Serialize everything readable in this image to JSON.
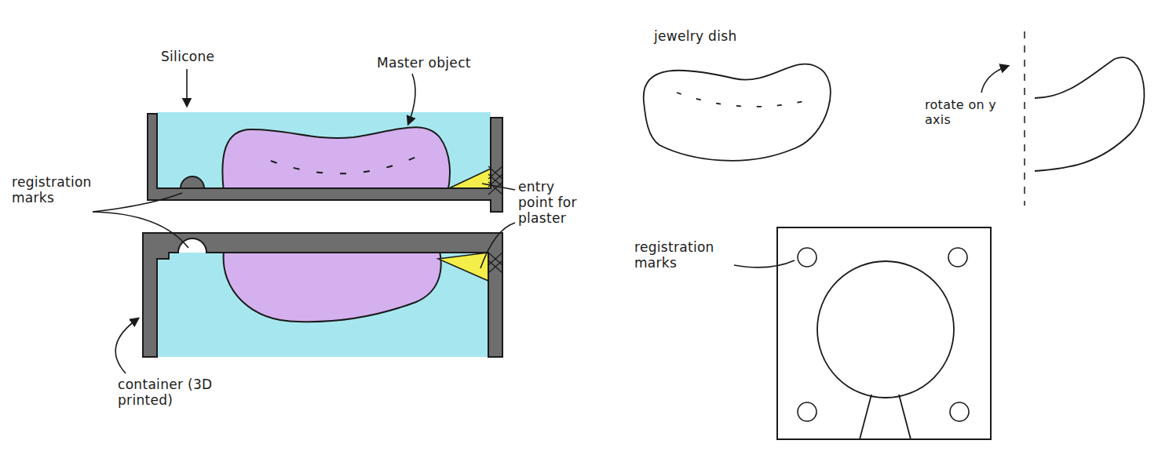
{
  "diagram": {
    "labels": [
      "Silicone",
      "Master object",
      "jewelry dish",
      "rotate on y axis",
      "registration marks",
      "entry point for plaster",
      "registration marks",
      "container (3D printed)"
    ]
  }
}
